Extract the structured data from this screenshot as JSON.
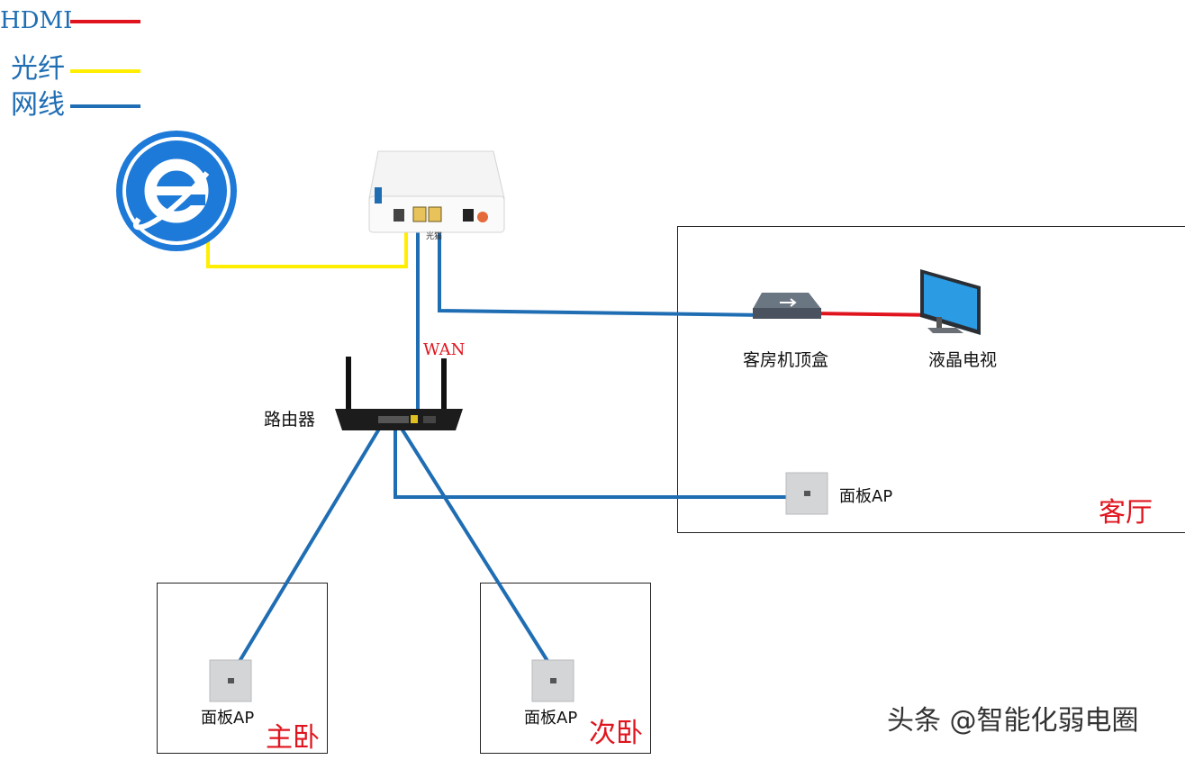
{
  "legend": [
    {
      "label": "HDMI",
      "color": "#e0141e"
    },
    {
      "label": "光纤",
      "color": "#ffee00"
    },
    {
      "label": "网线",
      "color": "#1f6db3"
    }
  ],
  "cable_colors": {
    "hdmi": "#e0141e",
    "fiber": "#ffee00",
    "ethernet": "#1f6db3"
  },
  "devices": {
    "router_label": "路由器",
    "wan_label": "WAN",
    "stb_label": "客房机顶盒",
    "tv_label": "液晶电视",
    "ont_port_label": "光猫"
  },
  "rooms": {
    "living": {
      "label": "客厅",
      "ap_label": "面板AP"
    },
    "master": {
      "label": "主卧",
      "ap_label": "面板AP"
    },
    "second": {
      "label": "次卧",
      "ap_label": "面板AP"
    }
  },
  "watermark": "头条 @智能化弱电圈"
}
